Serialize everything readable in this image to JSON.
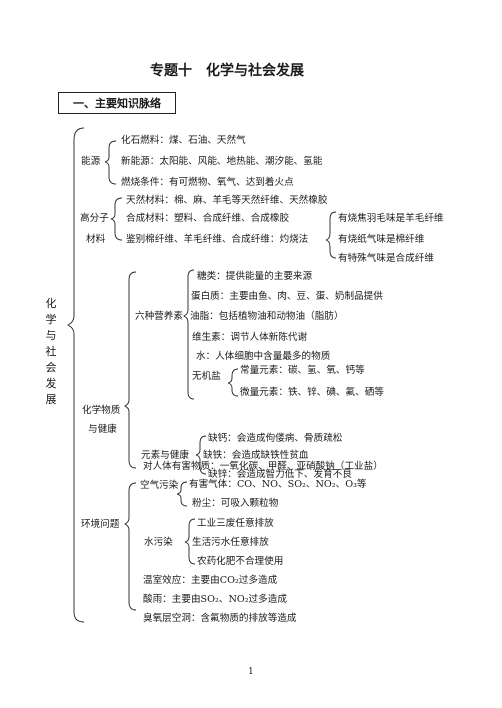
{
  "title": "专题十　化学与社会发展",
  "section": "一、主要知识脉络",
  "root": "化学与社会发展",
  "energy": {
    "label": "能源",
    "items": [
      "化石燃料：煤、石油、天然气",
      "新能源：太阳能、风能、地热能、潮汐能、氢能",
      "燃烧条件：有可燃物、氧气、达到着火点"
    ]
  },
  "polymer": {
    "label_line1": "高分子",
    "label_line2": "材料",
    "items": [
      "天然材料：棉、麻、羊毛等天然纤维、天然橡胶",
      "合成材料：塑料、合成纤维、合成橡胶",
      "鉴别棉纤维、羊毛纤维、合成纤维：灼烧法"
    ],
    "burn": [
      "有烧焦羽毛味是羊毛纤维",
      "有烧纸气味是棉纤维",
      "有特殊气味是合成纤维"
    ]
  },
  "health": {
    "label_line1": "化学物质",
    "label_line2": "与健康",
    "nutrients_label": "六种营养素",
    "nutrients": [
      "糖类：提供能量的主要来源",
      "蛋白质：主要由鱼、肉、豆、蛋、奶制品提供",
      "油脂：包括植物油和动物油（脂肪）",
      "维生素：调节人体新陈代谢",
      "水：人体细胞中含量最多的物质"
    ],
    "inorganic_label": "无机盐",
    "inorganic": [
      "常量元素：碳、氢、氧、钙等",
      "微量元素：铁、锌、碘、氟、硒等"
    ],
    "elements_label": "元素与健康",
    "elements": [
      "缺钙：会造成佝偻病、骨质疏松",
      "缺铁：会造成缺铁性贫血",
      "缺锌：会造成智力低下、发育不良"
    ],
    "harmful": "对人体有害物质：一氧化碳、甲醛、亚硝酸钠（工业盐）"
  },
  "environment": {
    "label": "环境问题",
    "air_label": "空气污染",
    "air": [
      "有害气体：CO、NO、SO₂、NO₂、O₃等",
      "粉尘：可吸入颗粒物"
    ],
    "water_label": "水污染",
    "water": [
      "工业三废任意排放",
      "生活污水任意排放",
      "农药化肥不合理使用"
    ],
    "others": [
      "温室效应：主要由CO₂过多造成",
      "酸雨：主要由SO₂、NO₂过多造成",
      "臭氧层空洞：含氟物质的排放等造成"
    ]
  },
  "page_number": "1"
}
